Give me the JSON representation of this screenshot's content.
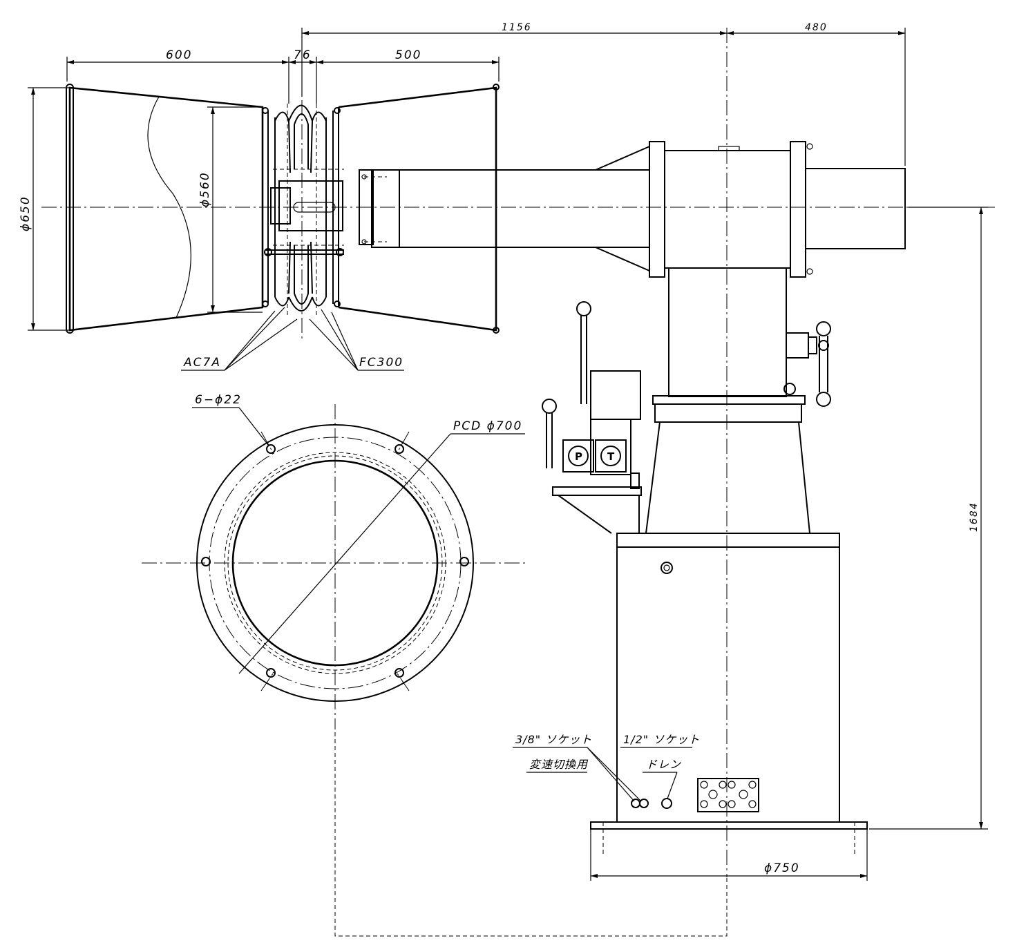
{
  "dimensions": {
    "horn_length": "600",
    "gap": "76",
    "body_length": "500",
    "overall_width": "1156",
    "pipe_extension": "480",
    "horn_diameter": "ϕ650",
    "diaphragm_diameter": "ϕ560",
    "total_height": "1684",
    "base_diameter": "ϕ750"
  },
  "labels": {
    "material_left": "AC7A",
    "material_right": "FC300",
    "holes": "6−ϕ22",
    "pcd": "PCD ϕ700",
    "socket_38": "3/8\" ソケット",
    "socket_38_use": "変速切換用",
    "socket_12": "1/2\" ソケット",
    "socket_12_use": "ドレン",
    "valve_p": "P",
    "valve_t": "T"
  }
}
